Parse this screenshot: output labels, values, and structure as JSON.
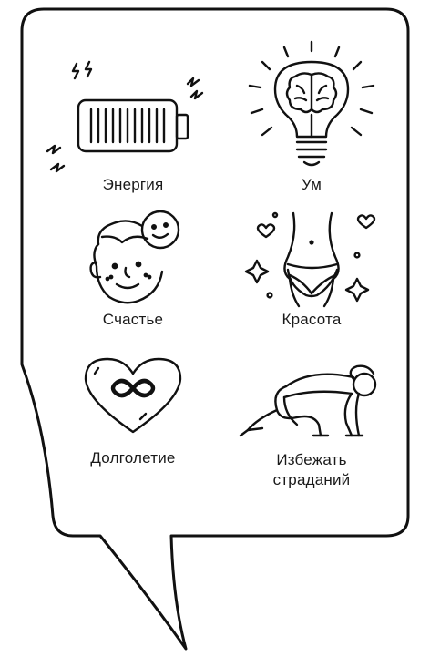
{
  "items": [
    {
      "label": "Энергия",
      "icon": "battery-icon"
    },
    {
      "label": "Ум",
      "icon": "lightbulb-brain-icon"
    },
    {
      "label": "Счастье",
      "icon": "happy-face-icon"
    },
    {
      "label": "Красота",
      "icon": "body-figure-icon"
    },
    {
      "label": "Долголетие",
      "icon": "heart-infinity-icon"
    },
    {
      "label": "Избежать\nстраданий",
      "icon": "crouching-person-icon"
    }
  ],
  "colors": {
    "stroke": "#111111",
    "background": "#ffffff"
  }
}
